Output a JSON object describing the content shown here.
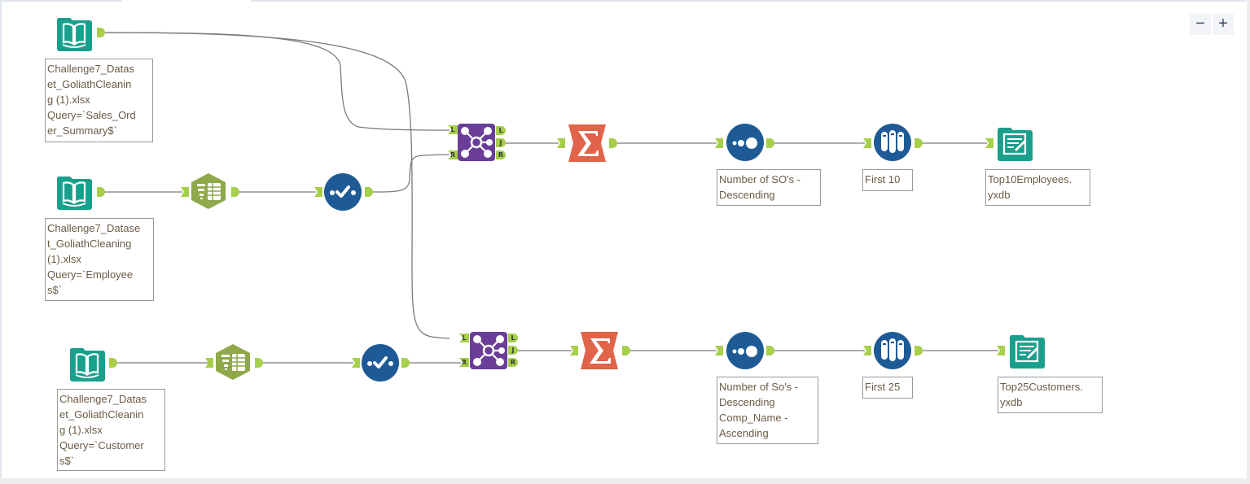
{
  "canvas": {
    "zoom_out_label": "−",
    "zoom_in_label": "+"
  },
  "colors": {
    "input_tool": "#18a08c",
    "output_tool": "#18a08c",
    "select_tool": "#8fa84a",
    "formula_tool": "#1e5a96",
    "join_tool": "#6a3d98",
    "summarize_tool": "#e0634a",
    "sort_tool": "#1e5a96",
    "sample_tool": "#1e5a96",
    "anchor": "#a6cf4a",
    "wire": "#808080"
  },
  "tools": [
    {
      "id": "input-sales",
      "type": "input",
      "icon": "book-icon",
      "label": "Challenge7_Datas\net_GoliathCleanin\ng (1).xlsx\nQuery=`Sales_Ord\ner_Summary$`"
    },
    {
      "id": "input-employees",
      "type": "input",
      "icon": "book-icon",
      "label": "Challenge7_Datase\nt_GoliathCleaning\n(1).xlsx\nQuery=`Employee\ns$`"
    },
    {
      "id": "input-customers",
      "type": "input",
      "icon": "book-icon",
      "label": "Challenge7_Datas\net_GoliathCleanin\ng (1).xlsx\nQuery=`Customer\ns$`"
    },
    {
      "id": "select-employees",
      "type": "select",
      "icon": "select-columns-icon"
    },
    {
      "id": "select-customers",
      "type": "select",
      "icon": "select-columns-icon"
    },
    {
      "id": "formula-employees",
      "type": "data-cleansing",
      "icon": "check-dots-icon"
    },
    {
      "id": "formula-customers",
      "type": "data-cleansing",
      "icon": "check-dots-icon"
    },
    {
      "id": "join-employees",
      "type": "join",
      "icon": "join-network-icon",
      "anchors_in": [
        "L",
        "R"
      ],
      "anchors_out": [
        "L",
        "J",
        "R"
      ]
    },
    {
      "id": "join-customers",
      "type": "join",
      "icon": "join-network-icon",
      "anchors_in": [
        "L",
        "R"
      ],
      "anchors_out": [
        "L",
        "J",
        "R"
      ]
    },
    {
      "id": "summarize-employees",
      "type": "summarize",
      "icon": "sigma-icon"
    },
    {
      "id": "summarize-customers",
      "type": "summarize",
      "icon": "sigma-icon"
    },
    {
      "id": "sort-employees",
      "type": "sort",
      "icon": "sort-dots-icon",
      "label": "Number of SO's -\nDescending"
    },
    {
      "id": "sort-customers",
      "type": "sort",
      "icon": "sort-dots-icon",
      "label": "Number of So's -\nDescending\nComp_Name -\nAscending"
    },
    {
      "id": "sample-employees",
      "type": "sample",
      "icon": "test-tubes-icon",
      "label": "First 10"
    },
    {
      "id": "sample-customers",
      "type": "sample",
      "icon": "test-tubes-icon",
      "label": "First 25"
    },
    {
      "id": "output-employees",
      "type": "output",
      "icon": "output-file-icon",
      "label": "Top10Employees.\nyxdb"
    },
    {
      "id": "output-customers",
      "type": "output",
      "icon": "output-file-icon",
      "label": "Top25Customers.\nyxdb"
    }
  ]
}
